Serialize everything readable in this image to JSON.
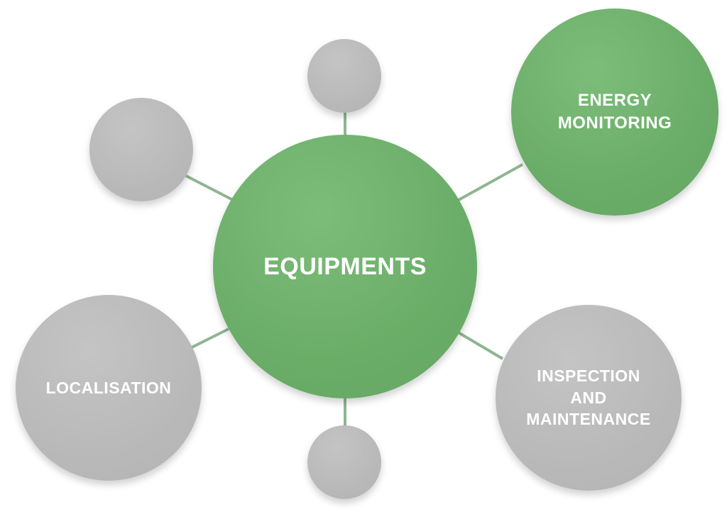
{
  "diagram": {
    "center": {
      "label": "EQUIPMENTS"
    },
    "nodes": {
      "energy": {
        "label_line1": "ENERGY",
        "label_line2": "MONITORING"
      },
      "inspection": {
        "label_line1": "INSPECTION",
        "label_line2": "AND",
        "label_line3": "MAINTENANCE"
      },
      "localisation": {
        "label": "LOCALISATION"
      }
    },
    "colors": {
      "primary_green": "#6aad68",
      "secondary_gray": "#b9b9b9",
      "connector": "#8fb592",
      "text": "#ffffff"
    }
  }
}
